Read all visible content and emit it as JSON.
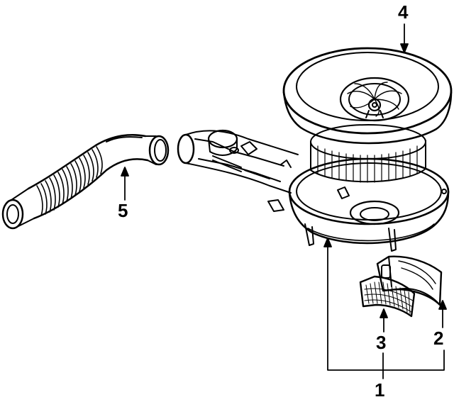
{
  "diagram": {
    "callouts": [
      {
        "id": "1",
        "label": "1"
      },
      {
        "id": "2",
        "label": "2"
      },
      {
        "id": "3",
        "label": "3"
      },
      {
        "id": "4",
        "label": "4"
      },
      {
        "id": "5",
        "label": "5"
      }
    ],
    "colors": {
      "ink": "#000000",
      "paper": "#ffffff"
    }
  }
}
